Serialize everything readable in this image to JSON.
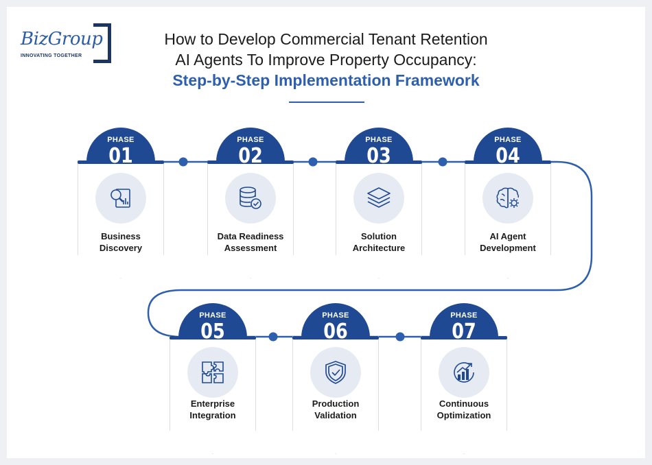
{
  "logo": {
    "word": "BizGroup",
    "tagline": "INNOVATING TOGETHER"
  },
  "title": {
    "line1": "How to Develop Commercial Tenant Retention",
    "line2": "AI Agents To Improve Property Occupancy:",
    "line3": "Step-by-Step Implementation Framework"
  },
  "colors": {
    "accent": "#2e5fae",
    "badge": "#1f4a93",
    "icon_bg": "#e6ebf3"
  },
  "phases": [
    {
      "label": "PHASE",
      "number": "01",
      "name_line1": "Business",
      "name_line2": "Discovery",
      "icon": "magnifier-document-icon"
    },
    {
      "label": "PHASE",
      "number": "02",
      "name_line1": "Data Readiness",
      "name_line2": "Assessment",
      "icon": "database-check-icon"
    },
    {
      "label": "PHASE",
      "number": "03",
      "name_line1": "Solution",
      "name_line2": "Architecture",
      "icon": "stacked-layers-icon"
    },
    {
      "label": "PHASE",
      "number": "04",
      "name_line1": "AI Agent",
      "name_line2": "Development",
      "icon": "brain-gear-icon"
    },
    {
      "label": "PHASE",
      "number": "05",
      "name_line1": "Enterprise",
      "name_line2": "Integration",
      "icon": "puzzle-pieces-icon"
    },
    {
      "label": "PHASE",
      "number": "06",
      "name_line1": "Production",
      "name_line2": "Validation",
      "icon": "shield-check-icon"
    },
    {
      "label": "PHASE",
      "number": "07",
      "name_line1": "Continuous",
      "name_line2": "Optimization",
      "icon": "growth-chart-icon"
    }
  ]
}
